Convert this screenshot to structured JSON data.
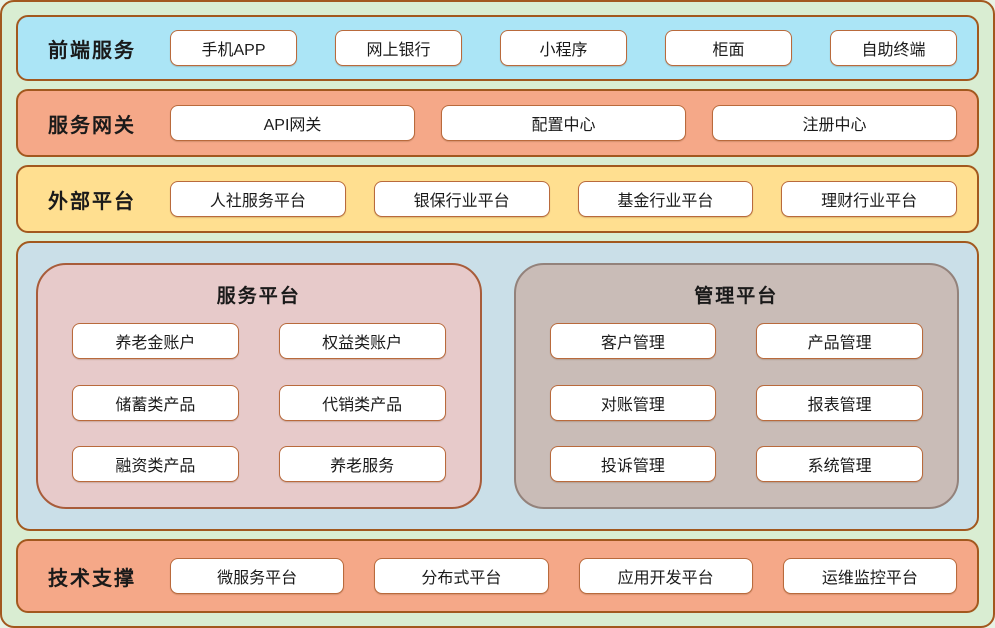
{
  "diagram": {
    "bands": {
      "frontend": {
        "label": "前端服务",
        "items": [
          "手机APP",
          "网上银行",
          "小程序",
          "柜面",
          "自助终端"
        ]
      },
      "gateway": {
        "label": "服务网关",
        "items": [
          "API网关",
          "配置中心",
          "注册中心"
        ]
      },
      "external": {
        "label": "外部平台",
        "items": [
          "人社服务平台",
          "银保行业平台",
          "基金行业平台",
          "理财行业平台"
        ]
      },
      "support": {
        "label": "技术支撑",
        "items": [
          "微服务平台",
          "分布式平台",
          "应用开发平台",
          "运维监控平台"
        ]
      }
    },
    "platforms": {
      "service": {
        "title": "服务平台",
        "items": [
          "养老金账户",
          "权益类账户",
          "储蓄类产品",
          "代销类产品",
          "融资类产品",
          "养老服务"
        ]
      },
      "management": {
        "title": "管理平台",
        "items": [
          "客户管理",
          "产品管理",
          "对账管理",
          "报表管理",
          "投诉管理",
          "系统管理"
        ]
      }
    },
    "colors": {
      "page_bg": "#d9edd2",
      "outer_border": "#a2581e",
      "frontend_bg": "#abe5f6",
      "gateway_bg": "#f5a888",
      "external_bg": "#ffdf90",
      "middle_bg": "#cadfe8",
      "service_platform_bg": "#e7caca",
      "management_platform_bg": "#c9bcb7",
      "support_bg": "#f5a888",
      "node_bg": "#ffffff",
      "node_border": "#b96a3c"
    }
  }
}
